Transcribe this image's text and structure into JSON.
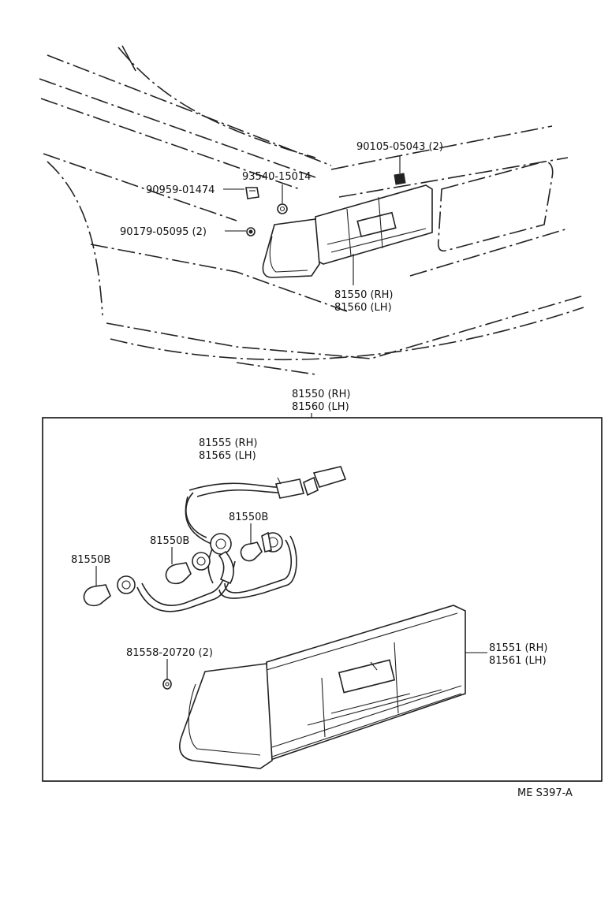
{
  "labels": {
    "screw_90105": "90105-05043 (2)",
    "clip_93540": "93540-15014",
    "grommet_90959": "90959-01474",
    "nut_90179": "90179-05095 (2)",
    "lamp_assy_rh": "81550 (RH)",
    "lamp_assy_lh": "81560 (LH)",
    "frame_assy_rh": "81550 (RH)",
    "frame_assy_lh": "81560 (LH)",
    "socket_rh": "81555 (RH)",
    "socket_lh": "81565 (LH)",
    "bulb_right": "81550B",
    "bulb_center": "81550B",
    "bulb_left": "81550B",
    "lens_rh": "81551 (RH)",
    "lens_lh": "81561 (LH)",
    "gasket_81558": "81558-20720 (2)",
    "drawing_ref": "ME S397-A"
  }
}
